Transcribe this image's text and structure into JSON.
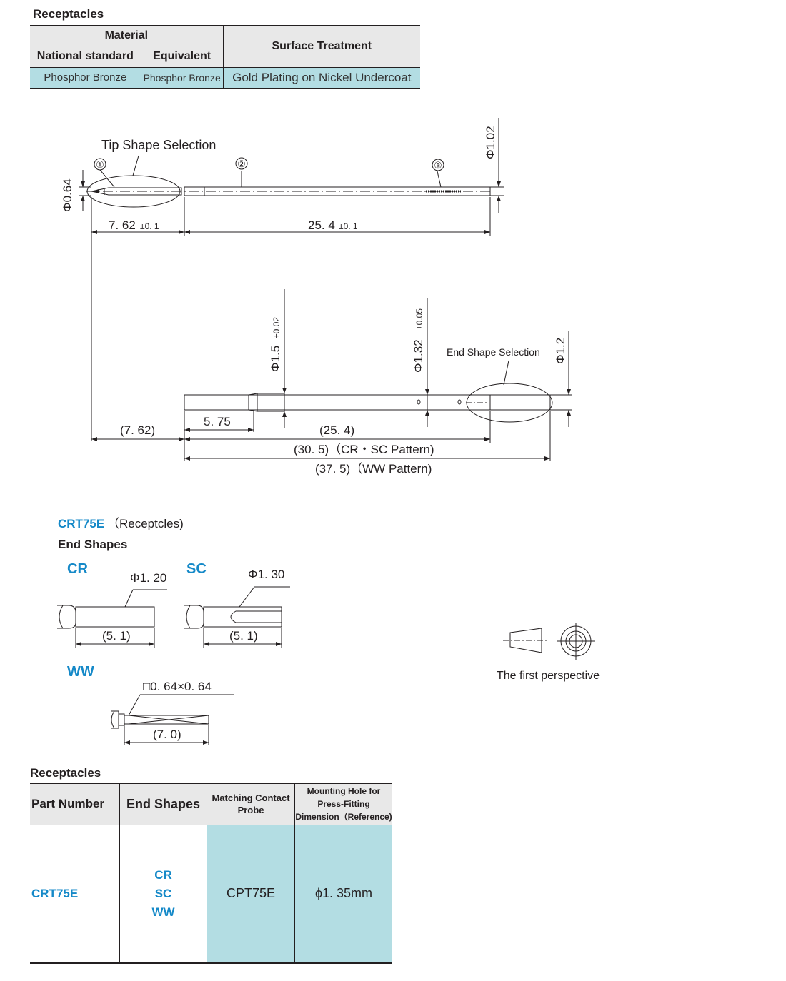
{
  "material_section": {
    "title": "Receptacles",
    "header_material": "Material",
    "header_national": "National standard",
    "header_equivalent": "Equivalent",
    "header_surface": "Surface Treatment",
    "national_value": "Phosphor Bronze",
    "equivalent_value": "Phosphor Bronze",
    "surface_value": "Gold Plating on Nickel Undercoat"
  },
  "drawing_top": {
    "tip_label": "Tip Shape Selection",
    "callout_1": "①",
    "callout_2": "②",
    "callout_3": "③",
    "dia_tip": "Φ0.64",
    "dia_body": "Φ1.02",
    "len_tip_value": "7. 62",
    "len_tip_tol": "±0. 1",
    "len_body_value": "25. 4",
    "len_body_tol": "±0. 1"
  },
  "drawing_bottom": {
    "dia_head": "Φ1.5",
    "dia_head_tol": "±0.02",
    "dia_mid": "Φ1.32",
    "dia_mid_tol": "±0.05",
    "dia_end": "Φ1.2",
    "end_label": "End Shape Selection",
    "len_offset": "(7. 62)",
    "len_head": "5. 75",
    "len_body": "(25. 4)",
    "len_cr_sc": "(30. 5)（CR・SC Pattern)",
    "len_ww": "(37. 5)（WW Pattern)"
  },
  "end_shapes": {
    "part_title": "CRT75E",
    "part_title_suffix": "（Receptcles)",
    "heading": "End Shapes",
    "cr_label": "CR",
    "cr_dia": "Φ1. 20",
    "cr_len": "(5. 1)",
    "sc_label": "SC",
    "sc_dia": "Φ1. 30",
    "sc_len": "(5. 1)",
    "ww_label": "WW",
    "ww_dim": "□0. 64×0. 64",
    "ww_len": "(7. 0)"
  },
  "perspective": {
    "label": "The first perspective"
  },
  "receptacles_table": {
    "title": "Receptacles",
    "col_part": "Part Number",
    "col_end": "End Shapes",
    "col_probe_1": "Matching Contact",
    "col_probe_2": "Probe",
    "col_hole_1": "Mounting Hole for",
    "col_hole_2": "Press-Fitting",
    "col_hole_3": "Dimension（Reference)",
    "part_number": "CRT75E",
    "end_shapes": [
      "CR",
      "SC",
      "WW"
    ],
    "probe": "CPT75E",
    "hole": "ϕ1. 35mm"
  },
  "colors": {
    "accent_blue": "#1589c8",
    "cell_cyan": "#b3dde3",
    "header_gray": "#e8e8e8"
  }
}
